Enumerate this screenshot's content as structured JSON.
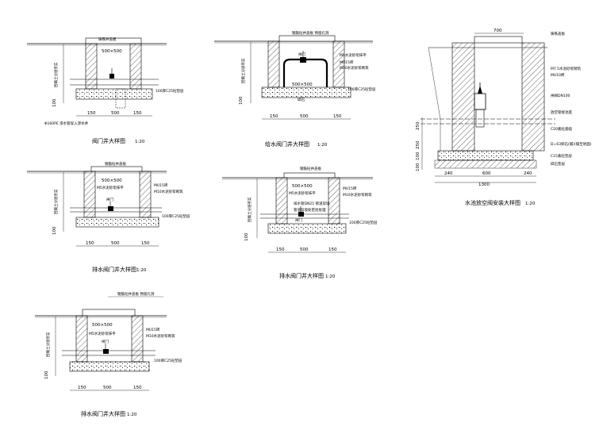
{
  "drawings": {
    "valve_well_1": {
      "title": "阀门井大样图",
      "scale": "1:20",
      "size_label": "500×500",
      "note_cover": "铸铁井盖板",
      "note_vertical": "回填土分层夯实",
      "note_base": "100厚C25砼垫层",
      "note_pipe": "Φ160PE 渗水管穿入渗水井",
      "dims": [
        "150",
        "500",
        "150"
      ],
      "dim_left": "100"
    },
    "water_supply_valve_well": {
      "title": "给水阀门井大样图",
      "scale": "1:20",
      "note_cover": "钢筋砼井盖板 预留孔洞",
      "note_m5": "M5水泥砂浆抹平",
      "note_mu15": "MU15砖",
      "note_m10": "M10水泥砂浆砌筑",
      "valve_label": "闸门",
      "size_label": "500×500",
      "note_base": "100厚C25砼垫层",
      "gravel": "碎石",
      "dims": [
        "150",
        "500",
        "150"
      ],
      "dim_left": "100",
      "note_vertical": "回填土分层夯实"
    },
    "drain_valve_well_1": {
      "title": "排水阀门井大样图",
      "scale": "1:20",
      "note_cover": "钢筋砼井盖板",
      "size_label": "500×500",
      "note_m5": "M5水泥砂浆抹平",
      "note_mu15": "MU15砖",
      "note_m10": "M10水泥砂浆砌筑",
      "valve_label": "闸门",
      "note_base": "100厚C25砼垫层",
      "note_vertical": "回填土分层夯实",
      "dims": [
        "150",
        "500",
        "150"
      ],
      "dim_left": "100"
    },
    "drain_valve_well_2": {
      "title": "排水阀门井大样图",
      "scale": "1:20",
      "note_cover": "钢筋砼井盖板",
      "size_label": "500×500",
      "note_m5": "M5水泥砂浆抹平",
      "note_mu15": "MU15砖",
      "note_m10": "M10水泥砂浆砌筑",
      "note_pipe1": "排水管DN25 管道穿墙",
      "note_pipe2": "管道穿墙处密封处理",
      "valve_label": "闸门",
      "note_base": "100厚C25砼垫层",
      "note_vertical": "回填土分层夯实",
      "dims": [
        "150",
        "500",
        "150"
      ],
      "dim_left": "100"
    },
    "drain_valve_well_3": {
      "title": "排水阀门井大样图",
      "scale": "1:20",
      "note_cover": "钢筋砼井盖板 预留孔洞",
      "size_label": "500×500",
      "note_m5": "M5水泥砂浆抹平",
      "note_mu15": "MU15砖",
      "note_m10": "M10水泥砂浆砌筑",
      "valve_label": "闸门",
      "note_base": "100厚C25砼垫层",
      "note_vertical": "回填土分层夯实",
      "dims": [
        "150",
        "500",
        "150"
      ],
      "dim_left": "100"
    },
    "pool_drain_install": {
      "title": "水池放空阀安装大样图",
      "scale": "1:20",
      "top_dim": "700",
      "note_cover": "铸铁盖板",
      "note_m75": "M7.5水泥砂浆砌筑",
      "note_mu10": "MU10砖",
      "note_valve": "闸阀DN100",
      "note_pipe": "放空管接池底",
      "note_c20": "C20素砼基础",
      "note_gravel": "D=63卵石(铺)(铺至地面)",
      "note_c15": "C15素砼垫层",
      "note_crushed": "碎石垫层",
      "dims_right": [
        "250",
        "250",
        "100",
        "100"
      ],
      "dims_bottom": [
        "240",
        "600",
        "240"
      ],
      "total": "1300"
    }
  }
}
